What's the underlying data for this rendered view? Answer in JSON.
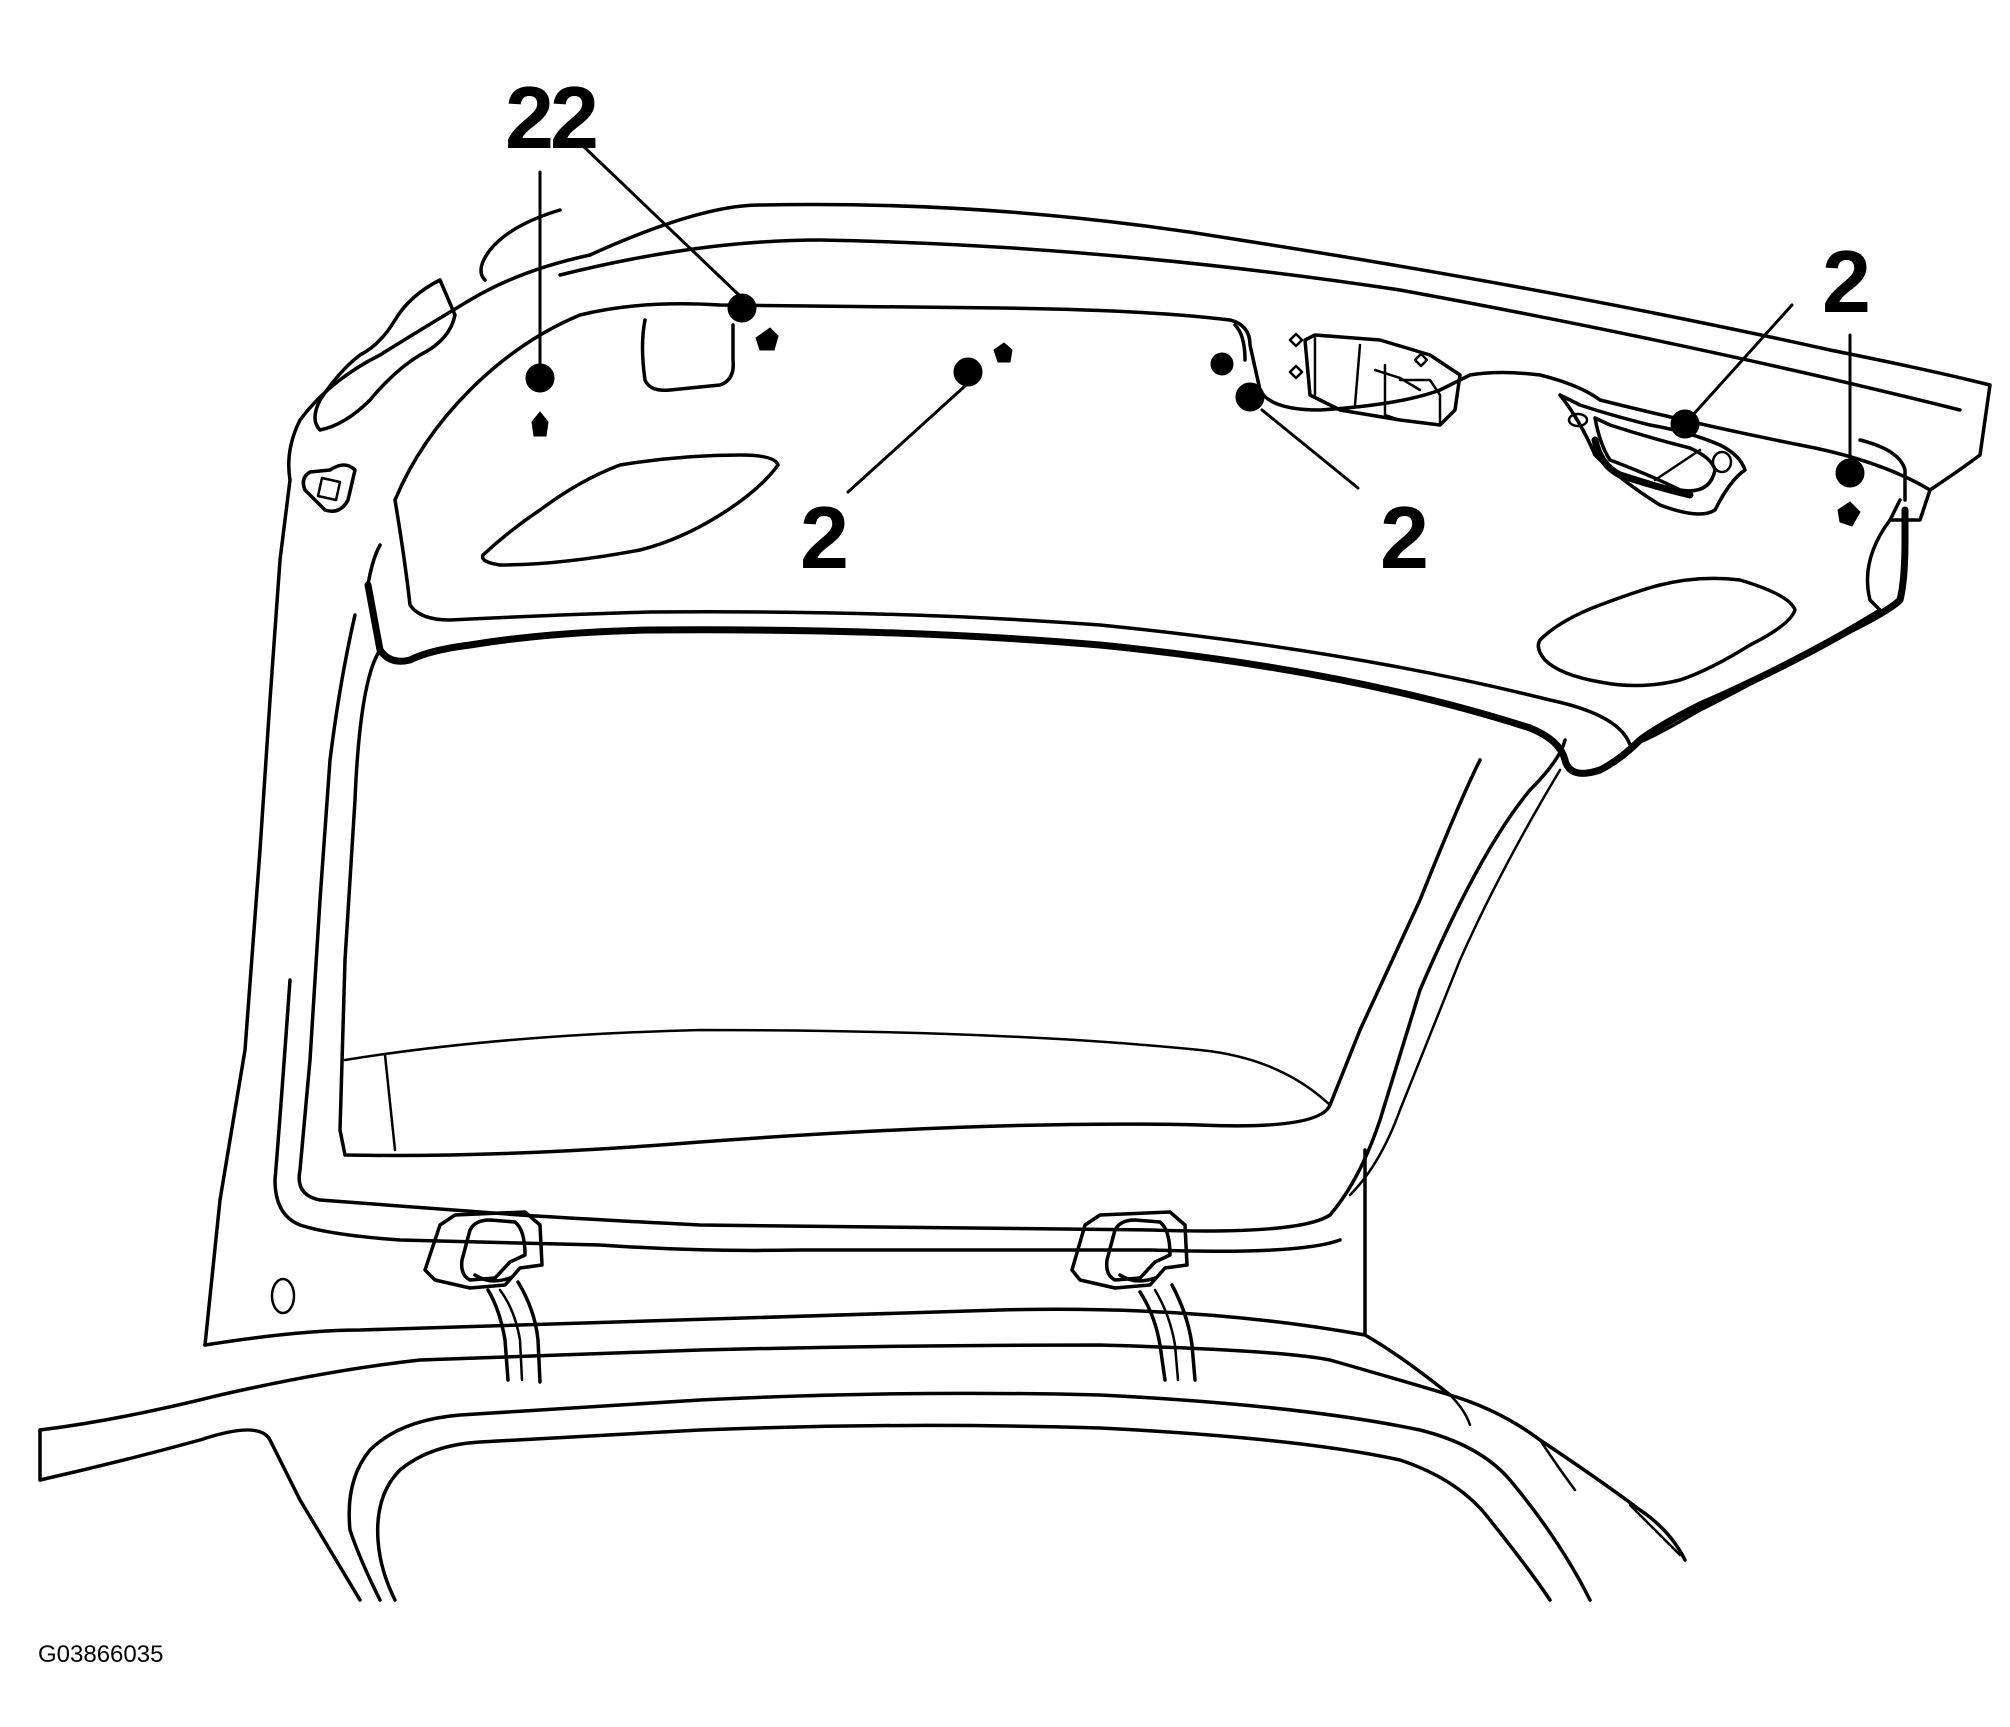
{
  "diagram": {
    "callouts": [
      {
        "id": "c1",
        "label": "2"
      },
      {
        "id": "c2",
        "label": "2"
      },
      {
        "id": "c3",
        "label": "2"
      },
      {
        "id": "c4",
        "label": "2"
      },
      {
        "id": "c5",
        "label": "2"
      },
      {
        "id": "c6",
        "label": "2"
      }
    ],
    "figure_code": "G03866035",
    "colors": {
      "line": "#000000",
      "background": "#ffffff"
    }
  }
}
